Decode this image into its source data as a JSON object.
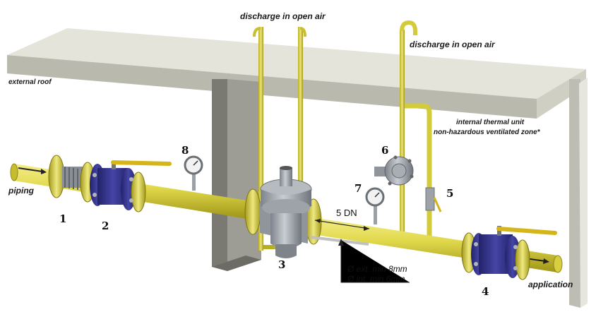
{
  "labels": {
    "discharge_top": "discharge in open air",
    "discharge_right": "discharge in open air",
    "external_roof": "external roof",
    "internal_unit_line1": "internal thermal unit",
    "internal_unit_line2": "non-hazardous ventilated zone*",
    "piping": "piping",
    "application": "application",
    "dn": "5 DN",
    "ext_min": "Ø ext. min 8mm",
    "int_min": "Ø int. min 6mm"
  },
  "components": {
    "c1": "1",
    "c2": "2",
    "c3": "3",
    "c4": "4",
    "c5": "5",
    "c6": "6",
    "c7": "7",
    "c8": "8"
  },
  "colors": {
    "pipe": "#e0d84a",
    "pipe_dark": "#b8ae22",
    "flange_blue": "#35358a",
    "roof": "#dcdcd0",
    "wall": "#8e8e86",
    "regulator": "#a8adb3"
  }
}
